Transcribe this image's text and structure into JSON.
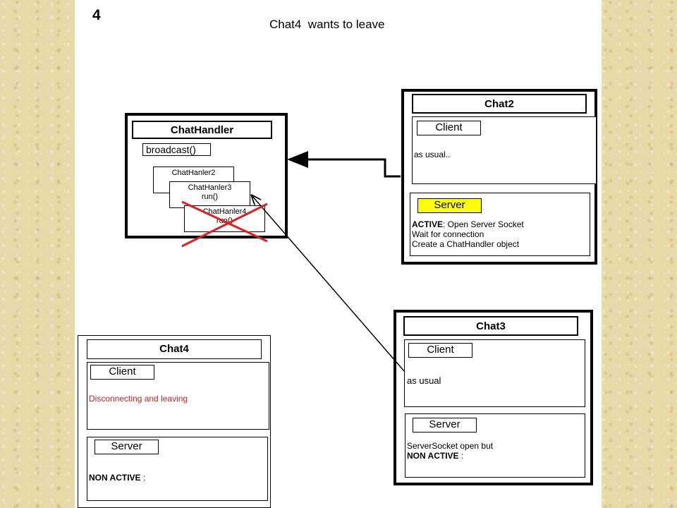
{
  "slide": {
    "number": "4",
    "title": "Chat4  wants to leave"
  },
  "chathandler": {
    "title": "ChatHandler",
    "broadcast": "broadcast()",
    "handler2": "ChatHanler2",
    "handler3": {
      "name": "ChatHanler3",
      "method": "run()"
    },
    "handler4": {
      "name": "ChatHanler4",
      "method": "run()"
    }
  },
  "chat2": {
    "title": "Chat2",
    "client": {
      "label": "Client",
      "text": "as usual.."
    },
    "server": {
      "label": "Server",
      "status": "ACTIVE",
      "line1": ": Open Server Socket",
      "line2": "Wait for connection",
      "line3": "Create a ChatHandler object"
    }
  },
  "chat3": {
    "title": "Chat3",
    "client": {
      "label": "Client",
      "text": "as usual"
    },
    "server": {
      "label": "Server",
      "line1": "ServerSocket open but",
      "status": "NON ACTIVE",
      "suffix": " :"
    }
  },
  "chat4": {
    "title": "Chat4",
    "client": {
      "label": "Client",
      "text": "Disconnecting and leaving"
    },
    "server": {
      "label": "Server",
      "status": "NON ACTIVE",
      "suffix": " :"
    }
  },
  "colors": {
    "server_highlight": "#ffff00",
    "remove_cross": "#e02020",
    "leaving_text": "#cc2020",
    "parchment": "#e8d9a8"
  }
}
